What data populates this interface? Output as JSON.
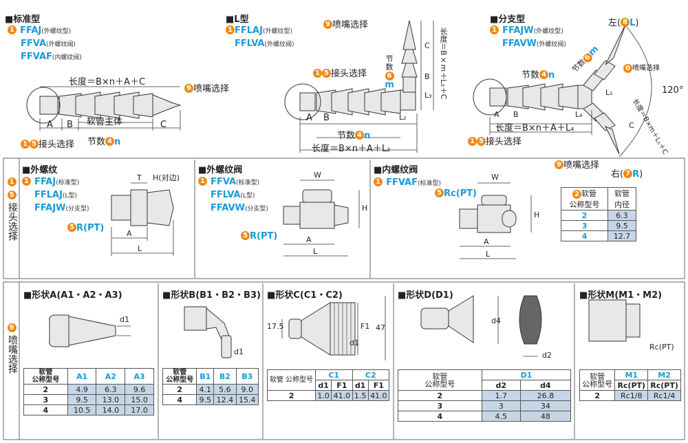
{
  "colors": {
    "accent": "#1a9ad6",
    "badge": "#f08a12",
    "cell": "#c7d6e6"
  },
  "standard": {
    "title": "■标准型",
    "items": [
      {
        "code": "FFAJ",
        "note": "(外螺纹型)"
      },
      {
        "code": "FFVA",
        "note": "(外螺纹阀)"
      },
      {
        "code": "FFVAF",
        "note": "(内螺纹阀)"
      }
    ],
    "length": "长度＝B×n＋A＋C",
    "body": "软管主体",
    "a": "A",
    "b": "B",
    "c": "C",
    "nozzle": "喷嘴选择",
    "joint": "接头选择",
    "count": "节数",
    "n": "n"
  },
  "ltype": {
    "title": "■L型",
    "items": [
      {
        "code": "FFLAJ",
        "note": "(外螺纹型)"
      },
      {
        "code": "FFLVA",
        "note": "(外螺纹阀)"
      }
    ],
    "nozzle": "喷嘴选择",
    "joint": "接头选择",
    "count": "节数",
    "m": "m",
    "n": "n",
    "length": "长度＝B×n＋A＋L₂",
    "vlen": "长度＝B×m＋L₃＋C",
    "c": "C",
    "b": "B",
    "l3": "L₃",
    "a": "A",
    "l2": "L₂"
  },
  "branch": {
    "title": "■分支型",
    "items": [
      {
        "code": "FFAJW",
        "note": "(外螺纹型)"
      },
      {
        "code": "FFAVW",
        "note": "(外螺纹阀)"
      }
    ],
    "left": "左(",
    "right": "右(",
    "lcode": "L",
    "rcode": "R",
    "nozzle": "喷嘴选择",
    "joint": "接头选择",
    "count": "节数",
    "length": "长度＝B×n＋A＋L₄",
    "vlen": "长度＝B×m＋L₅＋C",
    "angle": "120°",
    "a": "A",
    "b": "B",
    "l4": "L₄",
    "l5": "L₅",
    "c": "C",
    "m": "m",
    "n": "n"
  },
  "badges": {
    "b1": "1",
    "b5": "5",
    "b9": "9",
    "b4": "4",
    "b6": "6",
    "b2": "2",
    "b8": "8",
    "b7": "7",
    "b0": "0"
  },
  "joint_section": {
    "side": "接头选择",
    "male": {
      "title": "■外螺纹",
      "items": [
        {
          "code": "FFAJ",
          "note": "(标准型)"
        },
        {
          "code": "FFLAJ",
          "note": "(L型)"
        },
        {
          "code": "FFAJW",
          "note": "(分支型)"
        }
      ],
      "t": "T",
      "h": "H(对边)",
      "r": "R(PT)",
      "a": "A",
      "l": "L"
    },
    "valve": {
      "title": "■外螺纹阀",
      "items": [
        {
          "code": "FFVA",
          "note": "(标准型)"
        },
        {
          "code": "FFLVA",
          "note": "(L型)"
        },
        {
          "code": "FFAVW",
          "note": "(分支型)"
        }
      ],
      "w": "W",
      "h": "H",
      "r": "R(PT)",
      "a": "A",
      "l": "L"
    },
    "fvalve": {
      "title": "■内螺纹阀",
      "items": [
        {
          "code": "FFVAF",
          "note": "(标准型)"
        }
      ],
      "w": "W",
      "h": "H",
      "rc": "Rc(PT)",
      "a": "A",
      "l": "L"
    },
    "hose_table": {
      "h1": "软管",
      "h1b": "公称型号",
      "h2": "软管",
      "h2b": "内径",
      "rows": [
        [
          "2",
          "6.3"
        ],
        [
          "3",
          "9.5"
        ],
        [
          "4",
          "12.7"
        ]
      ]
    }
  },
  "nozzle_section": {
    "side": "喷嘴选择",
    "a": {
      "title": "■形状A(A1・A2・A3)",
      "d1": "d1",
      "head": [
        "软管",
        "公称型号"
      ],
      "cols": [
        "A1",
        "A2",
        "A3"
      ],
      "rows": [
        [
          "2",
          "4.9",
          "6.3",
          "9.6"
        ],
        [
          "3",
          "9.5",
          "13.0",
          "15.0"
        ],
        [
          "4",
          "10.5",
          "14.0",
          "17.0"
        ]
      ]
    },
    "b": {
      "title": "■形状B(B1・B2・B3)",
      "d1": "d1",
      "head": [
        "软管",
        "公称型号"
      ],
      "cols": [
        "B1",
        "B2",
        "B3"
      ],
      "rows": [
        [
          "2",
          "4.1",
          "5.6",
          "9.0"
        ],
        [
          "4",
          "9.5",
          "12.4",
          "15.4"
        ]
      ]
    },
    "c": {
      "title": "■形状C(C1・C2)",
      "d1": "d1",
      "f1": "F1",
      "v175": "17.5",
      "v47": "47",
      "head": "软管 公称型号",
      "groups": [
        "C1",
        "C2"
      ],
      "sub": [
        "d1",
        "F1",
        "d1",
        "F1"
      ],
      "rows": [
        [
          "2",
          "1.0",
          "41.0",
          "1.5",
          "41.0"
        ]
      ]
    },
    "d": {
      "title": "■形状D(D1)",
      "d4": "d4",
      "d2": "d2",
      "head": [
        "软管",
        "公称型号"
      ],
      "group": "D1",
      "sub": [
        "d2",
        "d4"
      ],
      "rows": [
        [
          "2",
          "1.7",
          "26.8"
        ],
        [
          "3",
          "3",
          "34"
        ],
        [
          "4",
          "4.5",
          "48"
        ]
      ]
    },
    "m": {
      "title": "■形状M(M1・M2)",
      "rc": "Rc(PT)",
      "head": [
        "软管",
        "公称型号"
      ],
      "cols": [
        "M1",
        "M2"
      ],
      "sub": [
        "Rc(PT)",
        "Rc(PT)"
      ],
      "rows": [
        [
          "2",
          "Rc1/8",
          "Rc1/4"
        ]
      ]
    }
  }
}
